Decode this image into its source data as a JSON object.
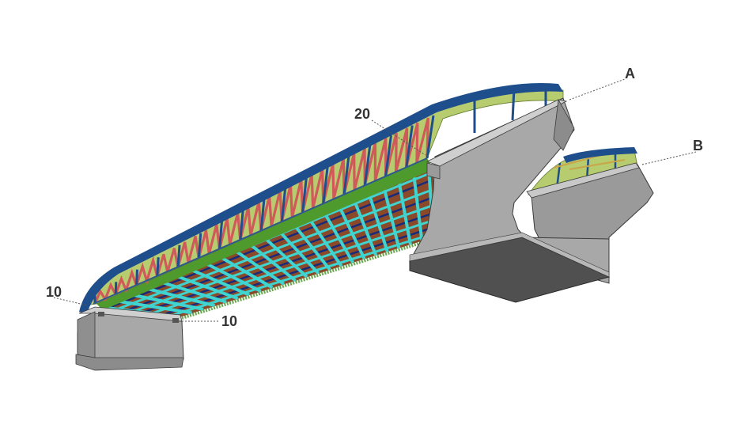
{
  "callouts": [
    {
      "id": "A",
      "text": "A"
    },
    {
      "id": "B",
      "text": "B"
    },
    {
      "id": "20",
      "text": "20"
    },
    {
      "id": "10a",
      "text": "10"
    },
    {
      "id": "10b",
      "text": "10"
    }
  ],
  "colors": {
    "concrete_light": "#b4b4b4",
    "concrete_mid": "#9a9a9a",
    "concrete_dark": "#505050",
    "arch_chord": "#1f4e8c",
    "web_panel": "#b7cc6e",
    "diagonal_bracing": "#d05a5a",
    "deck_edge": "#4f9a2c",
    "deck_beams": "#3fd4d0",
    "deck_plate": "#8a4a2a",
    "stringers": "#1a2a7a"
  }
}
